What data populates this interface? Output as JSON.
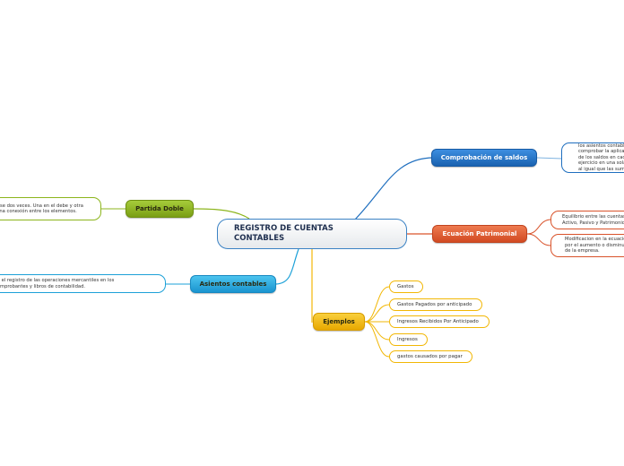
{
  "central": {
    "label": "REGISTRO DE CUENTAS CONTABLES",
    "border_color": "#3b82c4"
  },
  "branches": {
    "comprobacion": {
      "label": "Comprobación de saldos",
      "color": "#1f6fbf",
      "note": "Al terminar el registro de los asientos contables, comprobar la aplicación de los saldos en cada ejercicio en una sola hoja, al igual que las sumas deben ser iguales."
    },
    "ecuacion": {
      "label": "Ecuación Patrimonial",
      "color": "#d9532b",
      "items": [
        "Equilibrio entre las cuentas del Activo, Pasivo y Patrimonio",
        "Modificacion en la ecuacion por el aumento o disminución de la empresa."
      ]
    },
    "partida": {
      "label": "Partida Doble",
      "color": "#7fa319",
      "note": "Cada operación debe registrarse dos veces. Una en el debe y otra en el haber para determinar una conexión entre los elementos."
    },
    "asientos": {
      "label": "Asientos contables",
      "color": "#1da1d8",
      "note": "Es el registro de las operaciones mercantiles en los comprobantes y libros de contabilidad."
    },
    "ejemplos": {
      "label": "Ejemplos",
      "color": "#f2b705",
      "items": [
        "Gastos",
        "Gastos Pagados por anticipado",
        "Ingresos Recibidos Por Anticipado",
        "Ingresos",
        "gastos causados por pagar"
      ]
    }
  }
}
